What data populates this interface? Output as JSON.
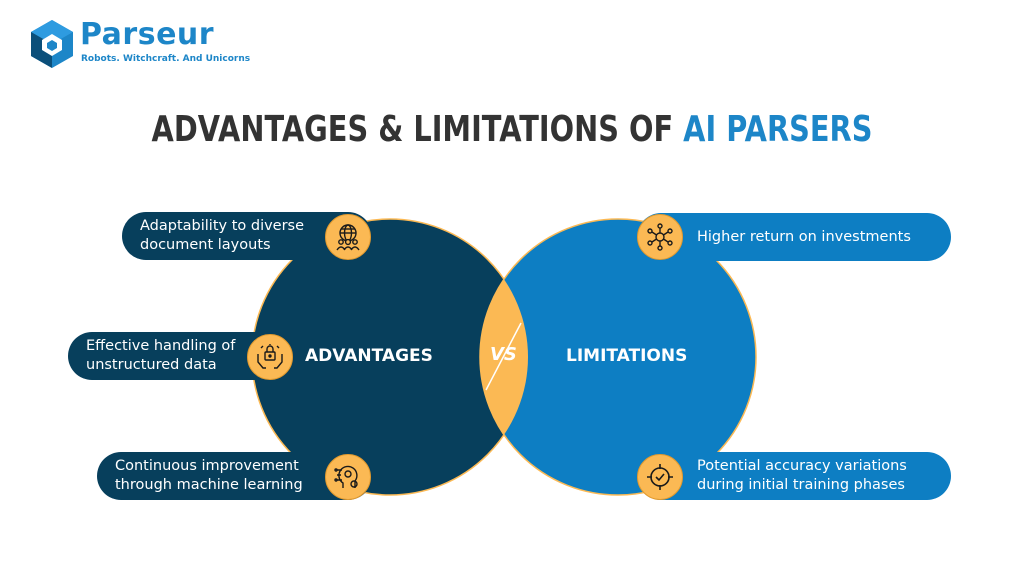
{
  "brand": {
    "name": "Parseur",
    "tagline": "Robots. Witchcraft. And Unicorns"
  },
  "title": {
    "part1": "ADVANTAGES & LIMITATIONS OF ",
    "part2": "AI PARSERS"
  },
  "venn": {
    "left_label": "ADVANTAGES",
    "right_label": "LIMITATIONS",
    "center_label": "VS"
  },
  "advantages": [
    {
      "line1": "Adaptability to diverse",
      "line2": "document layouts",
      "icon": "globe-users-icon"
    },
    {
      "line1": "Effective handling of",
      "line2": "unstructured data",
      "icon": "hands-lock-icon"
    },
    {
      "line1": "Continuous improvement",
      "line2": "through machine learning",
      "icon": "ai-head-icon"
    }
  ],
  "limitations": [
    {
      "line1": "Higher return on investments",
      "line2": "",
      "icon": "network-hub-icon"
    },
    {
      "line1": "Potential accuracy variations",
      "line2": "during initial training phases",
      "icon": "target-check-icon"
    }
  ],
  "colors": {
    "dark_navy": "#073f5c",
    "blue": "#0d7ec3",
    "yellow": "#fbb954",
    "title_gray": "#333333",
    "brand_blue": "#1d86c8"
  }
}
